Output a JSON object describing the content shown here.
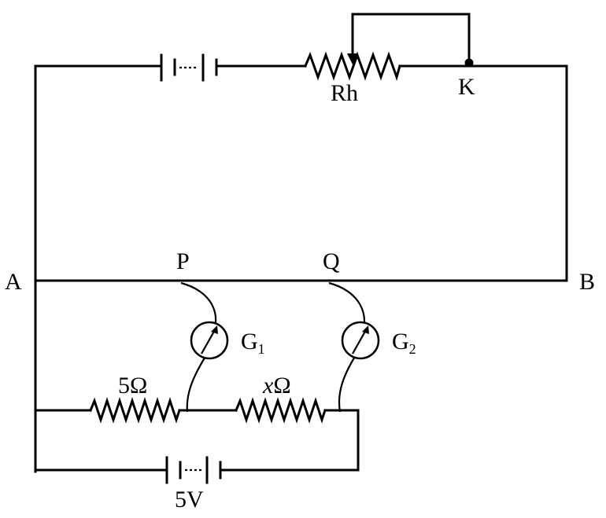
{
  "labels": {
    "rheostat": "Rh",
    "key": "K",
    "end_a": "A",
    "end_b": "B",
    "jockey_p": "P",
    "jockey_q": "Q",
    "galv1": "G",
    "galv1_sub": "1",
    "galv2": "G",
    "galv2_sub": "2",
    "resistor_known": "5Ω",
    "resistor_unknown_var": "x",
    "resistor_unknown_unit": "Ω",
    "cell_emf": "5V"
  }
}
